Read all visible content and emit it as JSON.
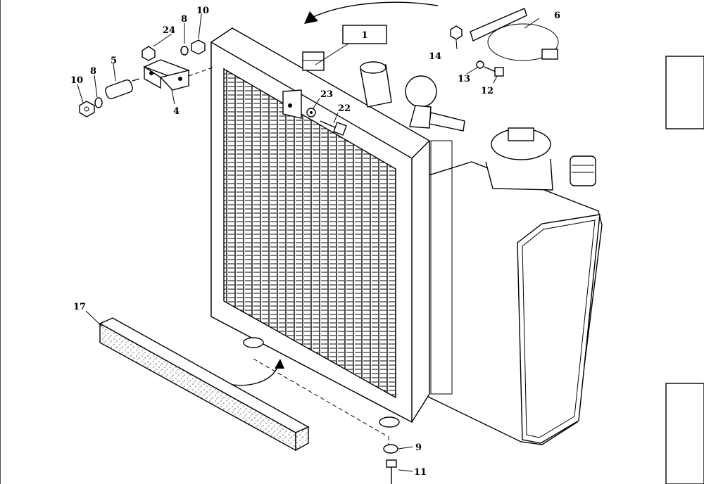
{
  "callouts": {
    "c1": "1",
    "c4": "4",
    "c5": "5",
    "c6": "6",
    "c8a": "8",
    "c8b": "8",
    "c9": "9",
    "c10a": "10",
    "c10b": "10",
    "c11": "11",
    "c12": "12",
    "c13": "13",
    "c14": "14",
    "c17": "17",
    "c22": "22",
    "c23": "23",
    "c24": "24"
  },
  "colors": {
    "line": "#000000",
    "background": "#ffffff"
  }
}
